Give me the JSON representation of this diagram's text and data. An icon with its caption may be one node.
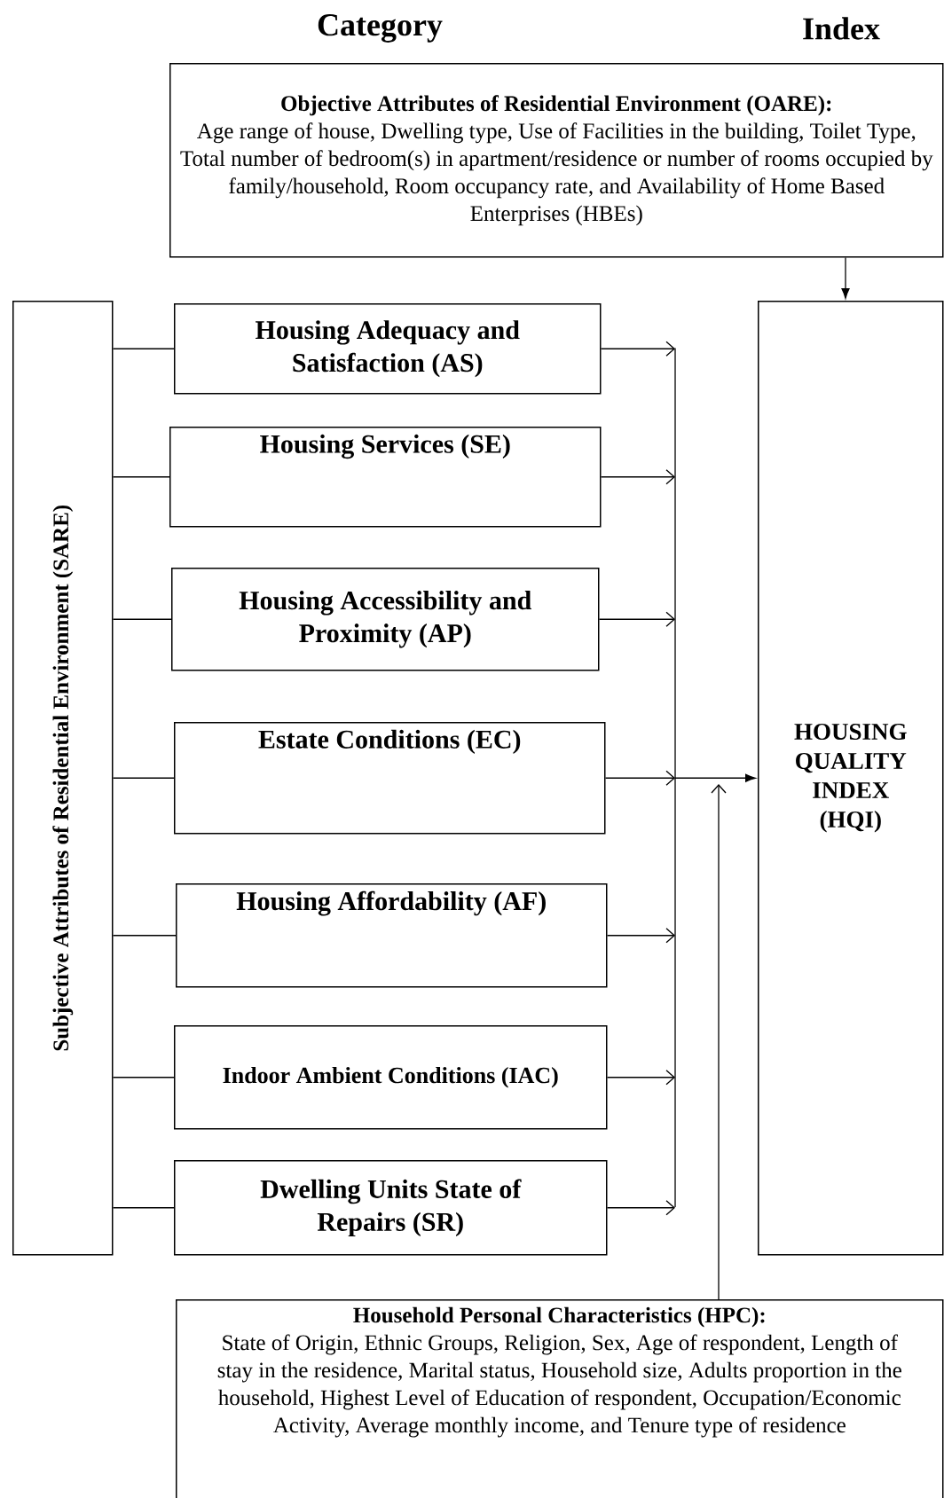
{
  "diagram": {
    "nodes": [
      {
        "text": [
          "Objective Attributes of Residential Environment (OARE):",
          "Age range of house, Dwelling type, Use of Facilities in the building, Toilet Type, Total number of bedroom(s) in apartment/residence or number of rooms occupied by family/household, Room occupancy rate, and Availability of Home Based Enterprises (HBEs)"
        ]
      },
      {
        "text": [
          "Subjective Attributes of Residential Environment (SARE)"
        ]
      },
      {
        "text": [
          "Housing Adequacy and Satisfaction (AS)"
        ]
      },
      {
        "text": [
          "Housing Services (SE)"
        ]
      },
      {
        "text": [
          "Housing Accessibility and Proximity (AP)"
        ]
      },
      {
        "text": [
          "Estate Conditions (EC)"
        ]
      },
      {
        "text": [
          "Housing Affordability (AF)"
        ]
      },
      {
        "text": [
          "Indoor Ambient Conditions (IAC)"
        ]
      },
      {
        "text": [
          "Dwelling Units State of Repairs (SR)"
        ]
      },
      {
        "text": [
          "HOUSING QUALITY INDEX (HQI)"
        ]
      },
      {
        "text": [
          "Household Personal Characteristics (HPC):",
          "State of Origin, Ethnic Groups, Religion, Sex, Age of respondent, Length of stay in the residence, Marital status, Household size, Adults proportion in the household, Highest Level of Education of respondent, Occupation/Economic Activity, Average monthly income, and Tenure type of residence"
        ]
      }
    ],
    "edges": [
      {
        "from": 1,
        "to": 2,
        "arrow": "none"
      },
      {
        "from": 1,
        "to": 3,
        "arrow": "none"
      },
      {
        "from": 1,
        "to": 4,
        "arrow": "none"
      },
      {
        "from": 1,
        "to": 5,
        "arrow": "none"
      },
      {
        "from": 1,
        "to": 6,
        "arrow": "none"
      },
      {
        "from": 1,
        "to": 7,
        "arrow": "none"
      },
      {
        "from": 1,
        "to": 8,
        "arrow": "none"
      },
      {
        "from": 2,
        "to": 9,
        "arrow": "to"
      },
      {
        "from": 3,
        "to": 9,
        "arrow": "to"
      },
      {
        "from": 4,
        "to": 9,
        "arrow": "to"
      },
      {
        "from": 5,
        "to": 9,
        "arrow": "to"
      },
      {
        "from": 6,
        "to": 9,
        "arrow": "to"
      },
      {
        "from": 7,
        "to": 9,
        "arrow": "to"
      },
      {
        "from": 8,
        "to": 9,
        "arrow": "to"
      },
      {
        "from": 0,
        "to": 9,
        "arrow": "to"
      },
      {
        "from": 10,
        "to": 9,
        "arrow": "to"
      }
    ],
    "labels": [
      "Category",
      "Index"
    ]
  }
}
